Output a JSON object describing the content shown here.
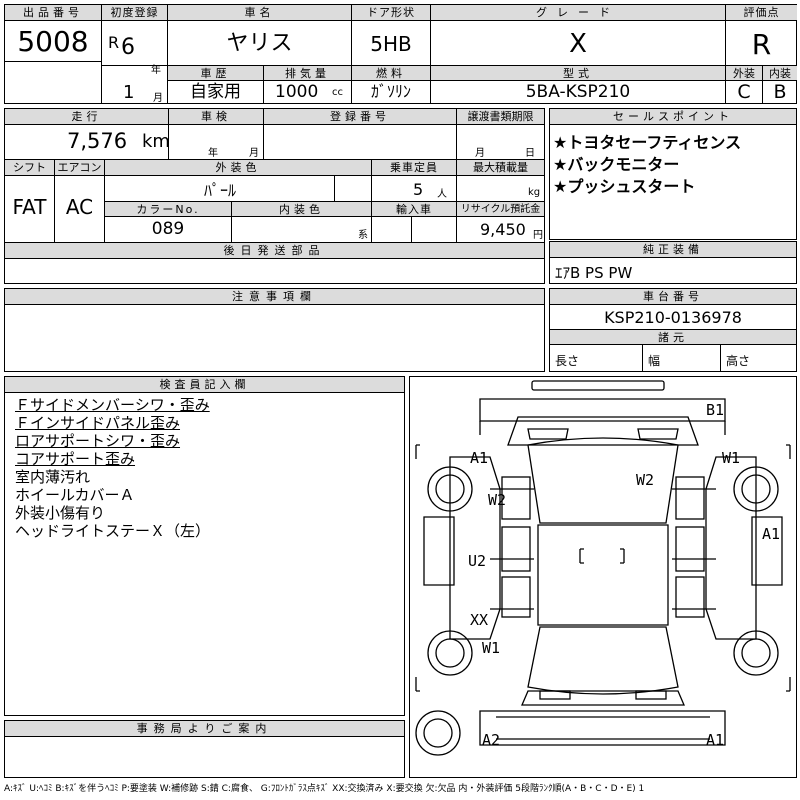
{
  "top": {
    "lot_label": "出品番号",
    "lot_value": "5008",
    "first_reg_label": "初度登録",
    "era_letter": "R",
    "year_value": "6",
    "year_unit": "年",
    "month_value": "1",
    "month_unit": "月",
    "car_name_label": "車名",
    "car_name_value": "ヤリス",
    "door_label": "ドア形状",
    "door_value": "5HB",
    "grade_label": "グレード",
    "grade_value": "X",
    "score_label": "評価点",
    "score_value": "R",
    "history_label": "車歴",
    "history_value": "自家用",
    "displacement_label": "排気量",
    "displacement_value": "1000",
    "displacement_unit": "cc",
    "fuel_label": "燃料",
    "fuel_value": "ｶﾞｿﾘﾝ",
    "model_label": "型式",
    "model_value": "5BA-KSP210",
    "exterior_label": "外装",
    "exterior_value": "C",
    "interior_label": "内装",
    "interior_value": "B"
  },
  "mid": {
    "mileage_label": "走行",
    "mileage_value": "7,576",
    "mileage_unit": "km",
    "inspection_label": "車検",
    "inspection_year_unit": "年",
    "inspection_month_unit": "月",
    "plate_label": "登録番号",
    "transfer_label": "譲渡書類期限",
    "transfer_month_unit": "月",
    "transfer_day_unit": "日",
    "shift_label": "シフト",
    "shift_value": "FAT",
    "ac_label": "エアコン",
    "ac_value": "AC",
    "color_label": "外装色",
    "color_value": "ﾊﾟｰﾙ",
    "capacity_label": "乗車定員",
    "capacity_value": "5",
    "capacity_unit": "人",
    "load_label": "最大積載量",
    "load_unit": "kg",
    "color_no_label": "カラーNo.",
    "color_no_value": "089",
    "interior_color_label": "内装色",
    "interior_color_unit": "系",
    "import_label": "輸入車",
    "recycle_label": "リサイクル預託金",
    "recycle_value": "9,450",
    "recycle_unit": "円",
    "later_parts_label": "後日発送部品",
    "sales_label": "セールスポイント",
    "sales_points": [
      "★トヨタセーフティセンス",
      "★バックモニター",
      "★プッシュスタート"
    ],
    "equipment_label": "純正装備",
    "equipment_value": "ｴｱB PS PW"
  },
  "notes": {
    "caution_label": "注意事項欄",
    "chassis_label": "車台番号",
    "chassis_value": "KSP210-0136978",
    "dims_label": "諸元",
    "length_label": "長さ",
    "width_label": "幅",
    "height_label": "高さ"
  },
  "inspector": {
    "label": "検査員記入欄",
    "lines": [
      {
        "text": "Ｆサイドメンバーシワ・歪み",
        "underline": true
      },
      {
        "text": "Ｆインサイドパネル歪み",
        "underline": true
      },
      {
        "text": "ロアサポートシワ・歪み",
        "underline": true
      },
      {
        "text": "コアサポート歪み",
        "underline": true
      },
      {
        "text": "室内薄汚れ",
        "underline": false
      },
      {
        "text": "ホイールカバーＡ",
        "underline": false
      },
      {
        "text": "外装小傷有り",
        "underline": false
      },
      {
        "text": "ヘッドライトステーＸ（左）",
        "underline": false
      }
    ]
  },
  "office": {
    "label": "事務局よりご案内"
  },
  "diagram_marks": [
    {
      "text": "B1"
    },
    {
      "text": "A1"
    },
    {
      "text": "W1"
    },
    {
      "text": "W2"
    },
    {
      "text": "W2"
    },
    {
      "text": "A1"
    },
    {
      "text": "U2"
    },
    {
      "text": "XX"
    },
    {
      "text": "W1"
    },
    {
      "text": "A2"
    },
    {
      "text": "A1"
    }
  ],
  "footer": {
    "legend": "A:ｷｽﾞ U:ﾍｺﾐ B:ｷｽﾞを伴うﾍｺﾐ P:要塗装 W:補修跡 S:錆 C:腐食、 G:ﾌﾛﾝﾄｶﾞﾗｽ点ｷｽﾞ XX:交換済み X:要交換 欠:欠品 内・外装評価 5段階ﾗﾝｸ順(A・B・C・D・E) 1"
  }
}
